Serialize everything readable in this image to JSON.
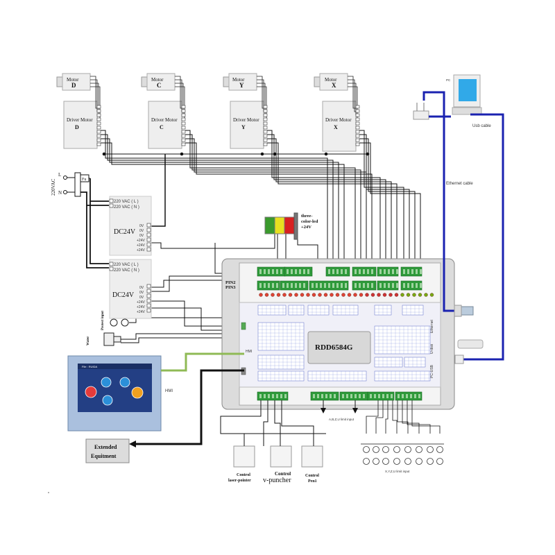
{
  "motors": [
    {
      "id": "d",
      "title": "Motor",
      "letter": "D",
      "driver_title": "Driver Motor",
      "driver_letter": "D"
    },
    {
      "id": "c",
      "title": "Motor",
      "letter": "C",
      "driver_title": "Driver Motor",
      "driver_letter": "C"
    },
    {
      "id": "y",
      "title": "Motor",
      "letter": "Y",
      "driver_title": "Driver Motor",
      "driver_letter": "Y"
    },
    {
      "id": "x",
      "title": "Motor",
      "letter": "X",
      "driver_title": "Driver Motor",
      "driver_letter": "X"
    }
  ],
  "ac_input": {
    "label": "220VAC",
    "l": "L",
    "n": "N",
    "fuse": "Fu"
  },
  "power_supplies": [
    {
      "id": "ps1",
      "ac_l": "220 VAC ( L )",
      "ac_n": "220 VAC ( N )",
      "name": "DC24V",
      "outputs": [
        "0V",
        "0V",
        "0V",
        "+24V",
        "+24V",
        "+24V"
      ]
    },
    {
      "id": "ps2",
      "ac_l": "220 VAC ( L )",
      "ac_n": "220 VAC ( N )",
      "name": "DC24V",
      "outputs": [
        "0V",
        "0V",
        "0V",
        "+24V",
        "+24V",
        "+24V"
      ]
    }
  ],
  "led": {
    "line1": "three-",
    "line2": "color-led",
    "line3": "+24V",
    "colors": [
      "#3a9a2c",
      "#e8e020",
      "#d82020"
    ]
  },
  "controller": {
    "model": "RDD6584G",
    "pin2": "PIN2",
    "pin3": "PIN3",
    "hmi_port": "HMI",
    "ethernet": "Ethernet",
    "udisk": "U-disk",
    "pcusb": "PC-USB"
  },
  "pc": {
    "label_top": "PC",
    "usb_cable": "Usb cable",
    "ethernet_cable": "Ethernet cable"
  },
  "protect": {
    "label": "Protect input"
  },
  "water": {
    "label": "Water"
  },
  "hmi": {
    "label": "HMI",
    "screen_title": "File : RUIDA",
    "colors": [
      "#e53b3b",
      "#2b8fd9",
      "#2b8fd9",
      "#f0a020",
      "#2b8fd9"
    ]
  },
  "extended": {
    "line1": "Extended",
    "line2": "Equitment"
  },
  "bottom_inputs": {
    "limit_a": "A,B,Z,U limit input",
    "limit_b": "X,Y,Z,U limit input"
  },
  "outputs": [
    {
      "id": "laser",
      "line1": "Control",
      "line2": "laser-pointer"
    },
    {
      "id": "puncher",
      "line1": "Control",
      "line2": "v-puncher"
    },
    {
      "id": "pen",
      "line1": "Control",
      "line2": "Pen1"
    }
  ]
}
